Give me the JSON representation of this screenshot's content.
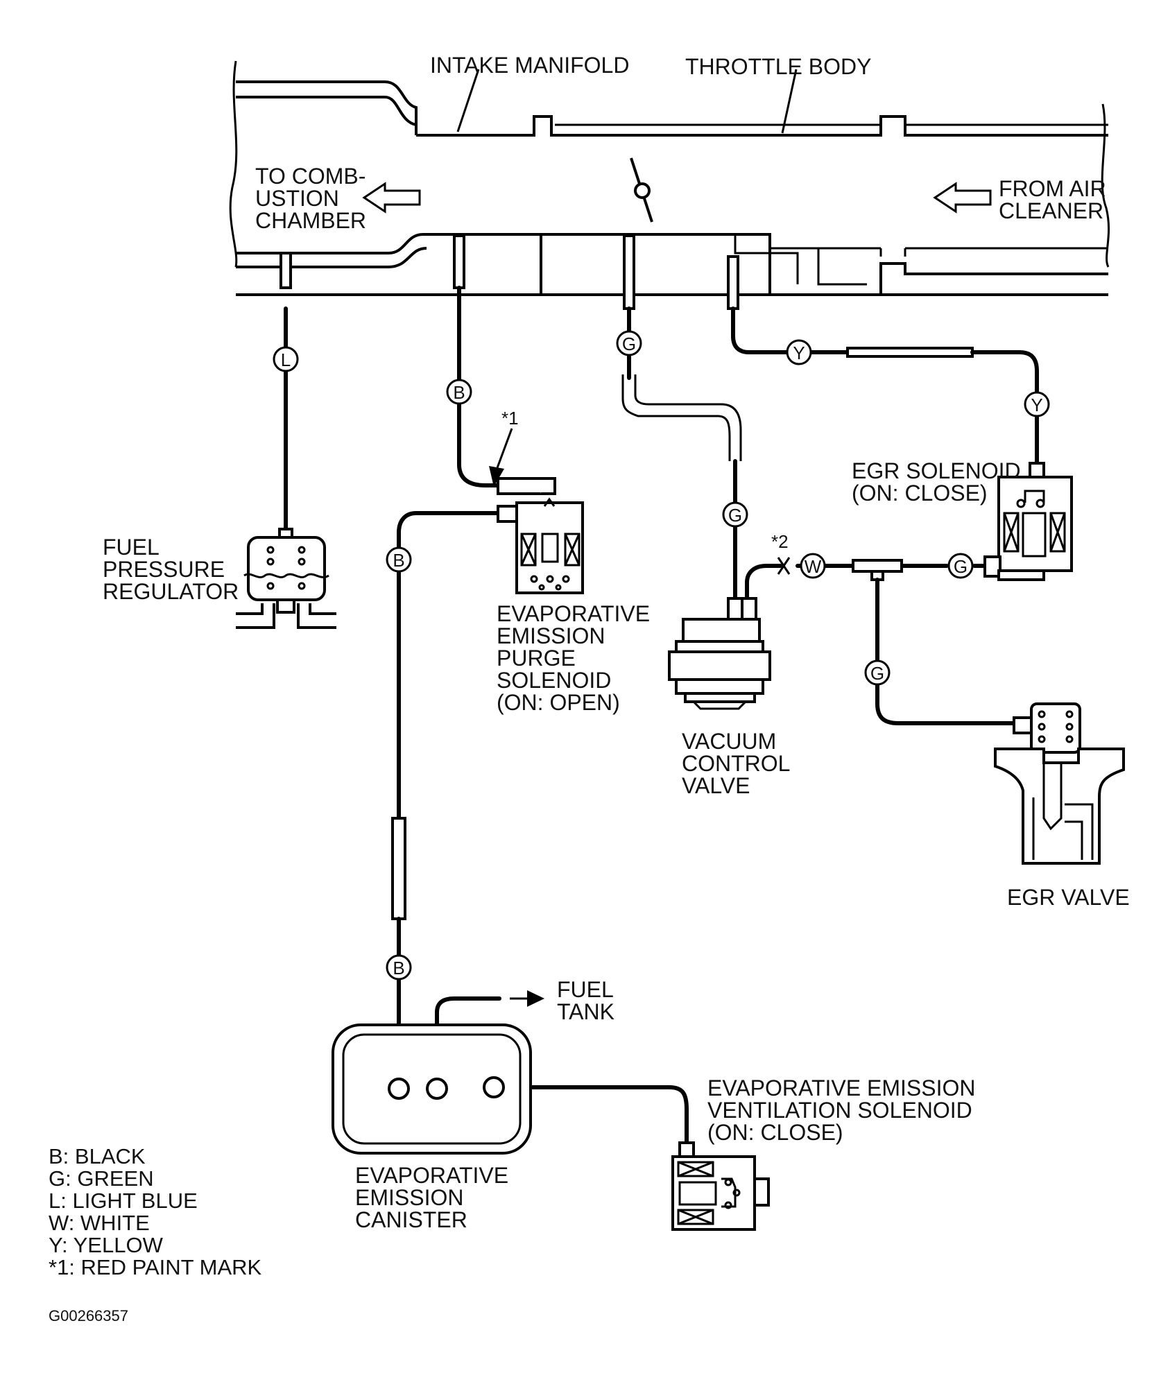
{
  "labels": {
    "intake_manifold": "INTAKE MANIFOLD",
    "throttle_body": "THROTTLE BODY",
    "to_combustion": [
      "TO COMB-",
      "USTION",
      "CHAMBER"
    ],
    "from_air": [
      "FROM AIR",
      "CLEANER"
    ],
    "fuel_pressure_regulator": [
      "FUEL",
      "PRESSURE",
      "REGULATOR"
    ],
    "purge_solenoid": [
      "EVAPORATIVE",
      "EMISSION",
      "PURGE",
      "SOLENOID",
      "(ON: OPEN)"
    ],
    "vacuum_control_valve": [
      "VACUUM",
      "CONTROL",
      "VALVE"
    ],
    "egr_solenoid": [
      "EGR SOLENOID",
      "(ON: CLOSE)"
    ],
    "egr_valve": "EGR VALVE",
    "fuel_tank": [
      "FUEL",
      "TANK"
    ],
    "canister": [
      "EVAPORATIVE",
      "EMISSION",
      "CANISTER"
    ],
    "ventilation_solenoid": [
      "EVAPORATIVE EMISSION",
      "VENTILATION SOLENOID",
      "(ON: CLOSE)"
    ],
    "note_1": "*1",
    "note_2": "*2"
  },
  "hose_tags": {
    "l": "L",
    "b1": "B",
    "b2": "B",
    "b3": "B",
    "g1": "G",
    "g2": "G",
    "g3": "G",
    "g4": "G",
    "y1": "Y",
    "y2": "Y",
    "w": "W"
  },
  "legend": [
    "B: BLACK",
    "G: GREEN",
    "L: LIGHT BLUE",
    "W: WHITE",
    "Y: YELLOW",
    "*1: RED PAINT MARK"
  ],
  "figure_id": "G00266357"
}
